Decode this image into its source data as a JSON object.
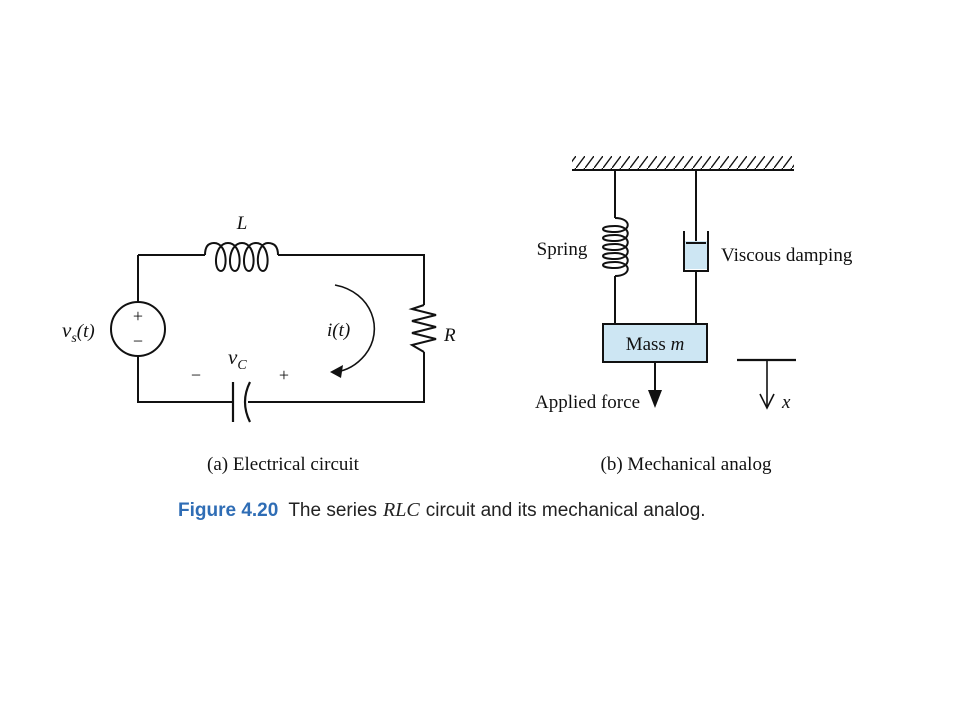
{
  "electrical": {
    "inductor_label": "L",
    "resistor_label": "R",
    "source_v": "v",
    "source_sub": "s",
    "source_arg": "(t)",
    "source_plus": "+",
    "source_minus": "−",
    "current_label": "i(t)",
    "cap_v": "v",
    "cap_sub": "C",
    "cap_minus": "−",
    "cap_plus": "+",
    "caption": "(a) Electrical circuit"
  },
  "mechanical": {
    "spring_label": "Spring",
    "damper_label": "Viscous damping",
    "mass_text": "Mass ",
    "mass_var": "m",
    "force_label": "Applied force",
    "x_label": "x",
    "caption": "(b) Mechanical analog",
    "mass_fill": "#cde6f3"
  },
  "figure_caption": {
    "number": "Figure 4.20",
    "pre": "The series",
    "math": "RLC",
    "post": "circuit and its mechanical analog.",
    "color": "#2f6db5"
  }
}
